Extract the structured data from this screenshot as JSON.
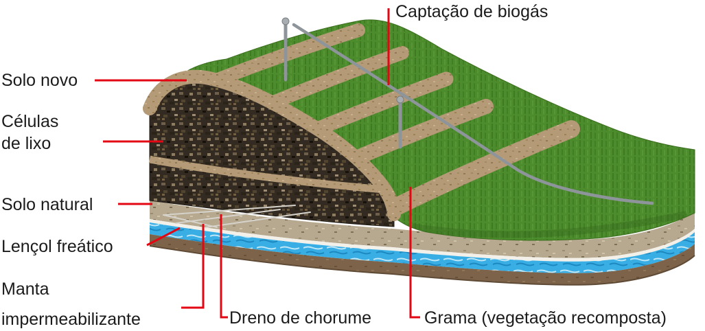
{
  "diagram": {
    "subject": "sanitary-landfill-cross-section",
    "labels": {
      "captacao_biogas": "Captação de biogás",
      "solo_novo": "Solo novo",
      "celulas_de_lixo": "Células de lixo",
      "solo_natural": "Solo natural",
      "lencol_freatico": "Lençol freático",
      "manta_impermeabilizante": "Manta impermeabilizante",
      "dreno_de_chorume": "Dreno de chorume",
      "grama_vegetacao": "Grama (vegetação recomposta)"
    },
    "colors": {
      "leader_line": "#e30613",
      "grass": "#4c8c2d",
      "soil_cap": "#b49a76",
      "waste_cells": "#332b21",
      "natural_soil": "#b7a98f",
      "liner": "#f3f0e9",
      "water_table": "#38aee4",
      "base_soil": "#7d6349",
      "pipe": "#8e959a"
    }
  }
}
